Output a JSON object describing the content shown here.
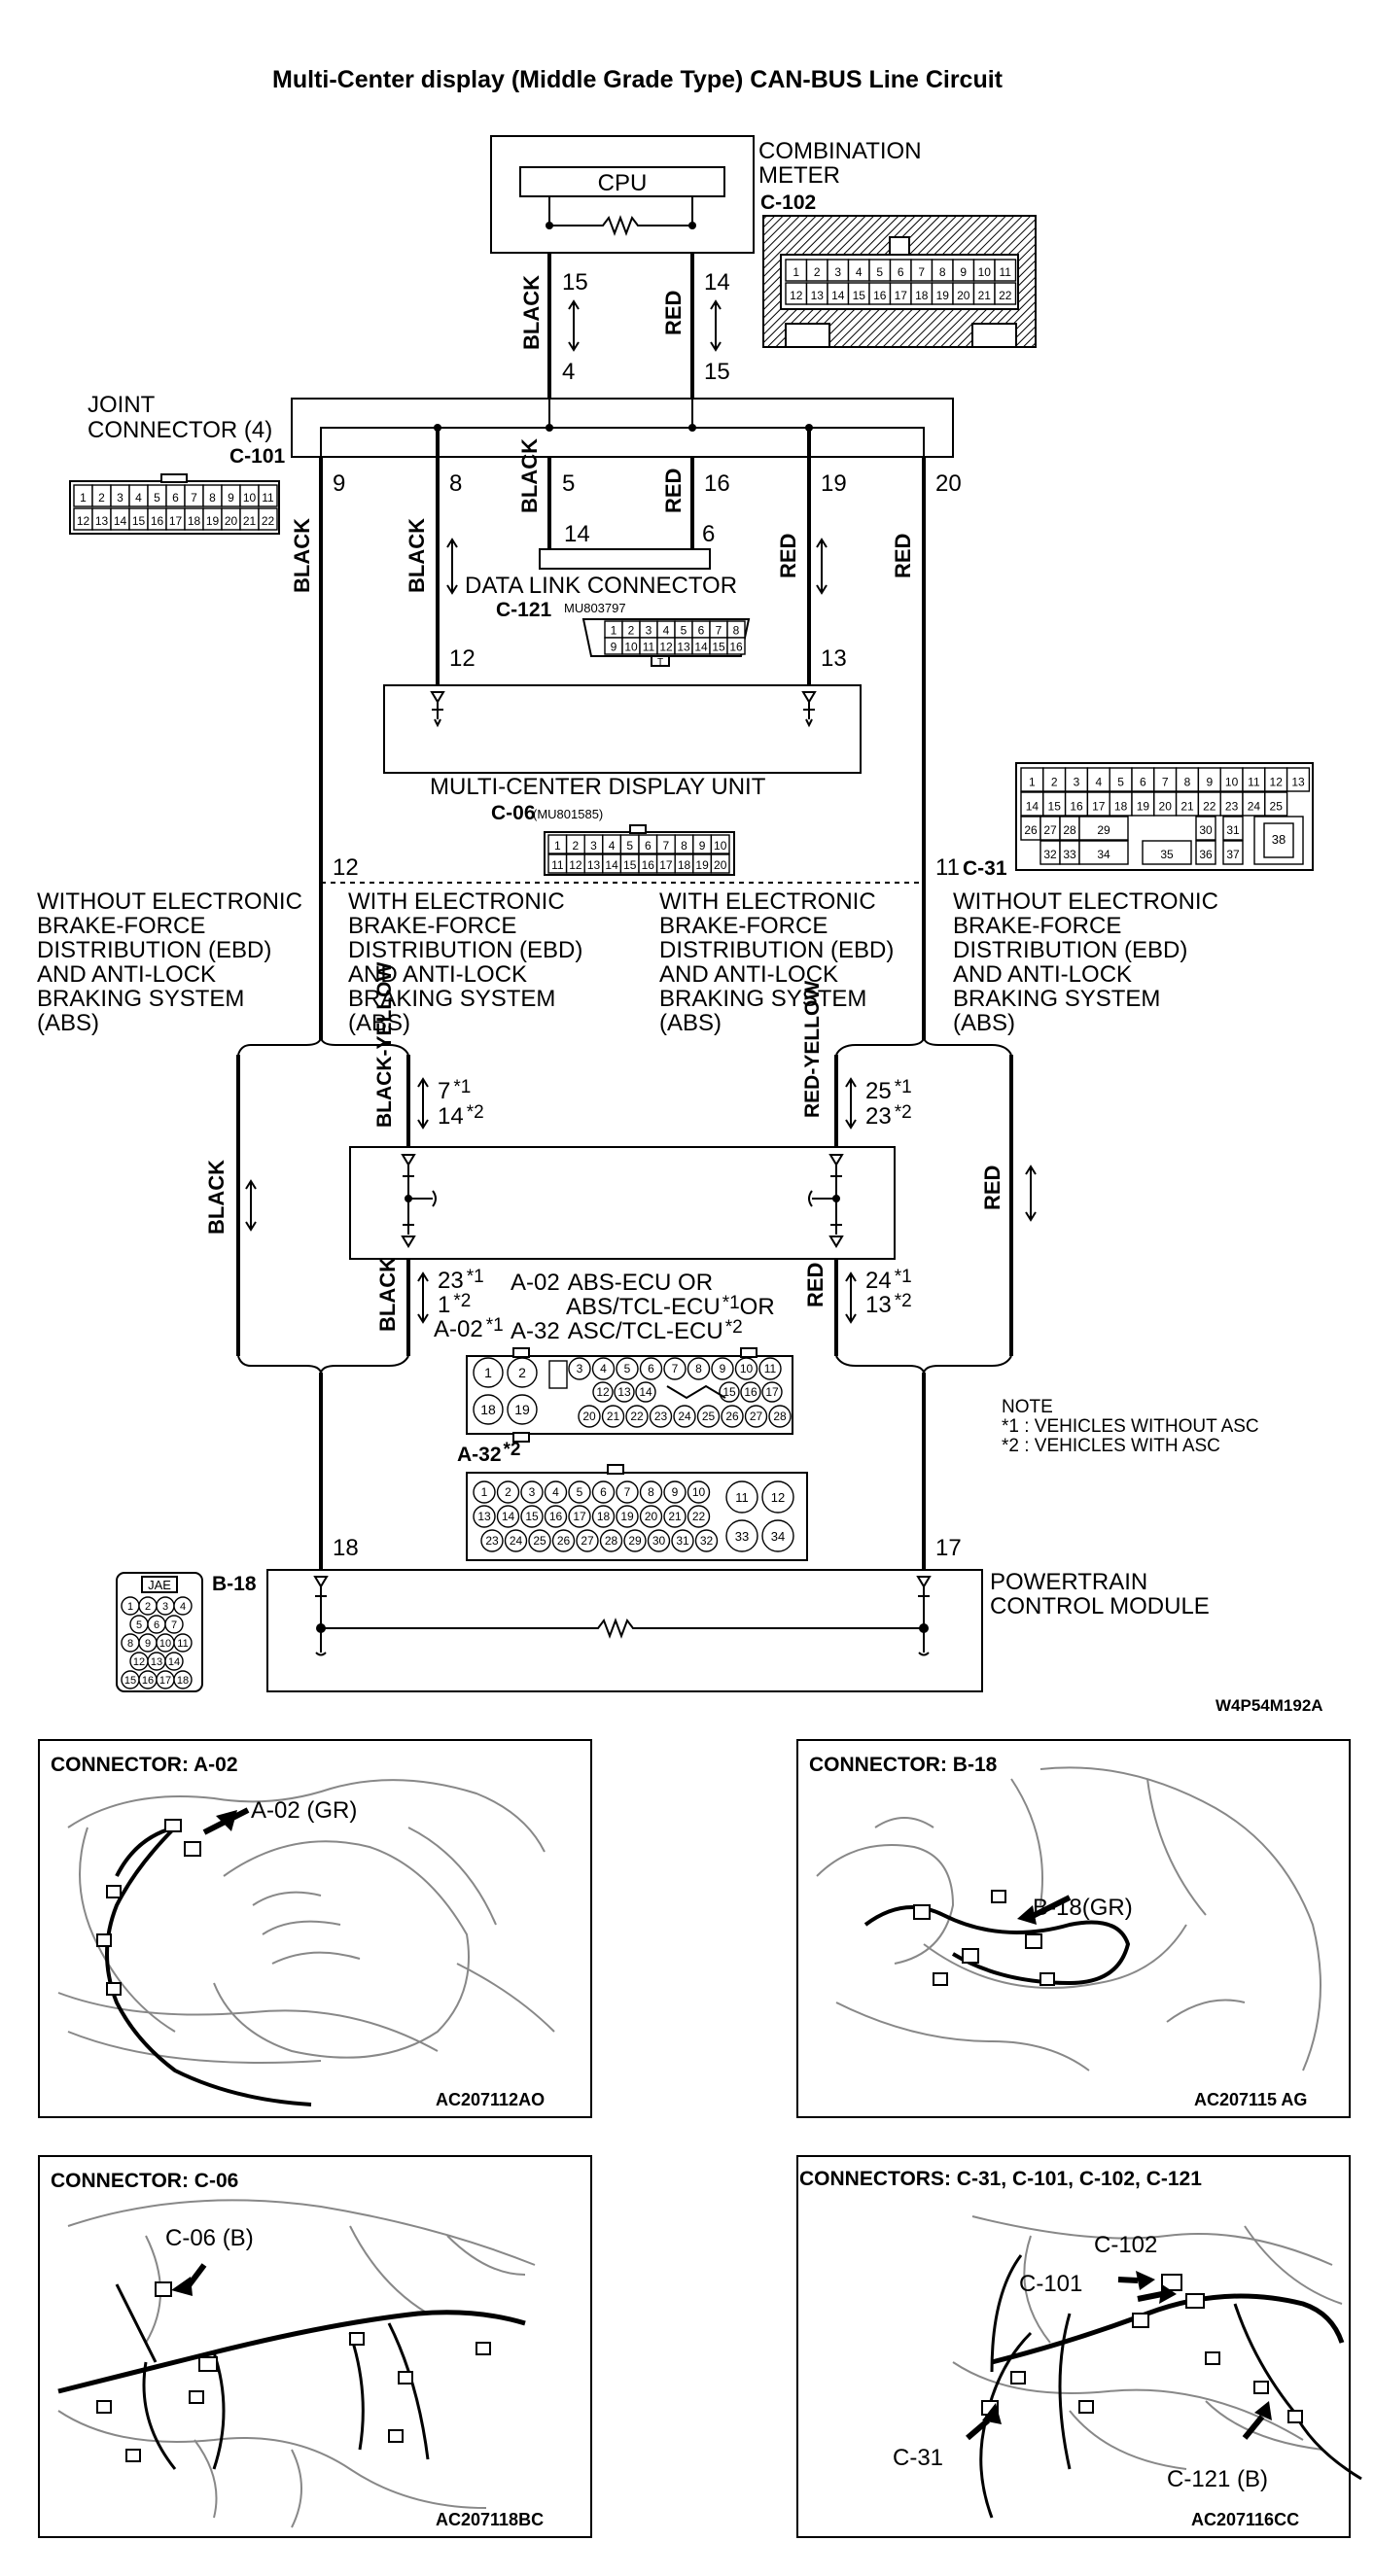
{
  "title": "Multi-Center display (Middle Grade Type) CAN-BUS Line Circuit",
  "meter": {
    "line1": "COMBINATION",
    "line2": "METER",
    "code": "C-102",
    "cpu": "CPU",
    "pins_top": [
      "1",
      "2",
      "3",
      "4",
      "5",
      "6",
      "7",
      "8",
      "9",
      "10",
      "11"
    ],
    "pins_bottom": [
      "12",
      "13",
      "14",
      "15",
      "16",
      "17",
      "18",
      "19",
      "20",
      "21",
      "22"
    ]
  },
  "joint": {
    "line1": "JOINT",
    "line2": "CONNECTOR (4)",
    "code": "C-101",
    "pins_top": [
      "1",
      "2",
      "3",
      "4",
      "5",
      "6",
      "7",
      "8",
      "9",
      "10",
      "11"
    ],
    "pins_bottom": [
      "12",
      "13",
      "14",
      "15",
      "16",
      "17",
      "18",
      "19",
      "20",
      "21",
      "22"
    ]
  },
  "wires": {
    "black": "BLACK",
    "red": "RED",
    "black_yellow": "BLACK-YELLOW",
    "red_yellow": "RED-YELLOW",
    "meter_black_top": "15",
    "meter_black_bottom": "4",
    "meter_red_top": "14",
    "meter_red_bottom": "15",
    "jc_9": "9",
    "jc_8": "8",
    "jc_5": "5",
    "jc_16": "16",
    "jc_19": "19",
    "jc_20": "20",
    "dlc_14": "14",
    "dlc_6": "6",
    "mcd_12a": "12",
    "mcd_13": "13",
    "mcd_12b": "12",
    "mcd_11": "11",
    "pcm_18": "18",
    "pcm_17": "17"
  },
  "dlc": {
    "name": "DATA LINK CONNECTOR",
    "code": "C-121",
    "part": "MU803797",
    "pins_top": [
      "1",
      "2",
      "3",
      "4",
      "5",
      "6",
      "7",
      "8"
    ],
    "pins_bottom": [
      "9",
      "10",
      "11",
      "12",
      "13",
      "14",
      "15",
      "16"
    ]
  },
  "mcd": {
    "name": "MULTI-CENTER DISPLAY UNIT",
    "code": "C-06",
    "part": "(MU801585)",
    "pins_top": [
      "1",
      "2",
      "3",
      "4",
      "5",
      "6",
      "7",
      "8",
      "9",
      "10"
    ],
    "pins_bottom": [
      "11",
      "12",
      "13",
      "14",
      "15",
      "16",
      "17",
      "18",
      "19",
      "20"
    ]
  },
  "c31": {
    "code": "C-31",
    "row1": [
      "1",
      "2",
      "3",
      "4",
      "5",
      "6",
      "7",
      "8",
      "9",
      "10",
      "11",
      "12",
      "13"
    ],
    "row2": [
      "14",
      "15",
      "16",
      "17",
      "18",
      "19",
      "20",
      "21",
      "22",
      "23",
      "24",
      "25"
    ],
    "row3": [
      "26",
      "27",
      "28",
      "29",
      "30",
      "31"
    ],
    "row4": [
      "32",
      "33",
      "34",
      "35",
      "36",
      "37"
    ],
    "big": "38"
  },
  "variants": {
    "without_left": [
      "WITHOUT ELECTRONIC",
      "BRAKE-FORCE",
      "DISTRIBUTION (EBD)",
      "AND ANTI-LOCK",
      "BRAKING SYSTEM",
      "(ABS)"
    ],
    "with_left": [
      "WITH ELECTRONIC",
      "BRAKE-FORCE",
      "DISTRIBUTION (EBD)",
      "AND ANTI-LOCK",
      "BRAKING SYSTEM",
      "(ABS)"
    ],
    "with_right": [
      "WITH ELECTRONIC",
      "BRAKE-FORCE",
      "DISTRIBUTION (EBD)",
      "AND ANTI-LOCK",
      "BRAKING SYSTEM",
      "(ABS)"
    ],
    "without_right": [
      "WITHOUT ELECTRONIC",
      "BRAKE-FORCE",
      "DISTRIBUTION (EBD)",
      "AND ANTI-LOCK",
      "BRAKING SYSTEM",
      "(ABS)"
    ]
  },
  "abs": {
    "pin_l_top_1": "7",
    "pin_l_top_2": "14",
    "pin_r_top_1": "25",
    "pin_r_top_2": "23",
    "pin_l_bot_1": "23",
    "pin_l_bot_2": "1",
    "pin_r_bot_1": "24",
    "pin_r_bot_2": "13",
    "a02_star": "A-02",
    "ecu_line1_code": "A-02",
    "ecu_line1": "ABS-ECU OR",
    "ecu_line2": "ABS/TCL-ECU",
    "ecu_line2_or": "OR",
    "ecu_line3_code": "A-32",
    "ecu_line3": "ASC/TCL-ECU",
    "star1": "*1",
    "star2": "*2",
    "a02_pins_big": [
      "1",
      "2",
      "18",
      "19"
    ],
    "a02_pins_r1": [
      "3",
      "4",
      "5",
      "6",
      "7",
      "8",
      "9",
      "10",
      "11"
    ],
    "a02_pins_r2": [
      "12",
      "13",
      "14",
      "15",
      "16",
      "17"
    ],
    "a02_pins_r3": [
      "20",
      "21",
      "22",
      "23",
      "24",
      "25",
      "26",
      "27",
      "28"
    ],
    "a32_code": "A-32",
    "a32_r1": [
      "1",
      "2",
      "3",
      "4",
      "5",
      "6",
      "7",
      "8",
      "9",
      "10"
    ],
    "a32_r2": [
      "13",
      "14",
      "15",
      "16",
      "17",
      "18",
      "19",
      "20",
      "21",
      "22"
    ],
    "a32_r3": [
      "23",
      "24",
      "25",
      "26",
      "27",
      "28",
      "29",
      "30",
      "31",
      "32"
    ],
    "a32_big": [
      "11",
      "12",
      "33",
      "34"
    ]
  },
  "note": {
    "title": "NOTE",
    "n1": "*1 : VEHICLES WITHOUT ASC",
    "n2": "*2 : VEHICLES WITH ASC"
  },
  "pcm": {
    "line1": "POWERTRAIN",
    "line2": "CONTROL MODULE",
    "code": "B-18",
    "tag": "JAE",
    "rows": [
      [
        "1",
        "2",
        "3",
        "4"
      ],
      [
        "5",
        "6",
        "7"
      ],
      [
        "8",
        "9",
        "10",
        "11"
      ],
      [
        "12",
        "13",
        "14"
      ],
      [
        "15",
        "16",
        "17",
        "18"
      ]
    ]
  },
  "figure_id": "W4P54M192A",
  "panels": [
    {
      "title": "CONNECTOR: A-02",
      "label": "A-02 (GR)",
      "code": "AC207112AO"
    },
    {
      "title": "CONNECTOR: B-18",
      "label": "B-18(GR)",
      "code": "AC207115 AG"
    },
    {
      "title": "CONNECTOR: C-06",
      "label": "C-06 (B)",
      "code": "AC207118BC"
    },
    {
      "title": "CONNECTORS: C-31, C-101, C-102, C-121",
      "label_c102": "C-102",
      "label_c101": "C-101",
      "label_c31": "C-31",
      "label_c121": "C-121 (B)",
      "code": "AC207116CC"
    }
  ]
}
